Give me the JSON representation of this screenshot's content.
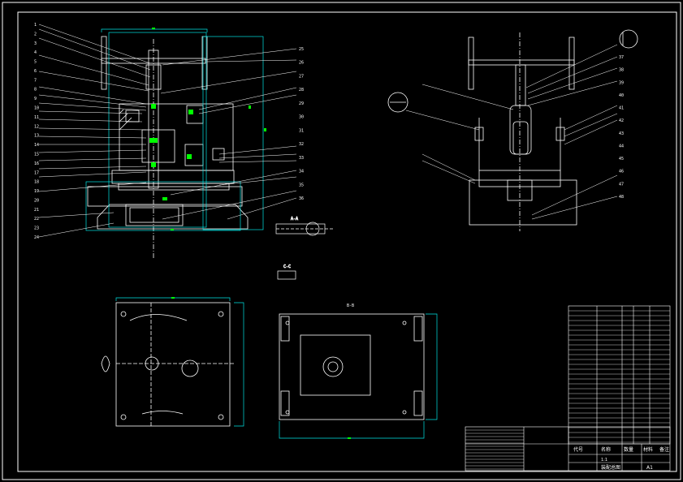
{
  "drawing": {
    "background": "#000000",
    "line_color": "#ffffff",
    "dim_color": "#00e5e5",
    "mark_color": "#00ff00"
  },
  "section_labels": {
    "right_view": "A-A",
    "detail_view": "C-C",
    "bottom_plan": "B-B"
  },
  "title_block": {
    "header_cells": [
      "代号",
      "名称",
      "数量",
      "材料",
      "备注"
    ],
    "drawing_no": "1:1",
    "assembly_name": "装配总图",
    "sheet": "A1"
  },
  "front_view_callouts_left": [
    "1",
    "2",
    "3",
    "4",
    "5",
    "6",
    "7",
    "8",
    "9",
    "10",
    "11",
    "12",
    "13",
    "14",
    "15",
    "16",
    "17",
    "18",
    "19",
    "20",
    "21",
    "22",
    "23",
    "24"
  ],
  "front_view_callouts_right": [
    "25",
    "26",
    "27",
    "28",
    "29",
    "30",
    "31",
    "32",
    "33",
    "34",
    "35",
    "36"
  ],
  "side_view_callouts": [
    "37",
    "38",
    "39",
    "40",
    "41",
    "42",
    "43",
    "44",
    "45",
    "46",
    "47",
    "48"
  ]
}
